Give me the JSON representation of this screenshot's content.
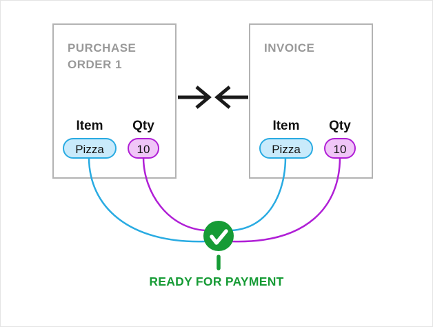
{
  "colors": {
    "blue": "#29abe2",
    "blue-fill": "#c9eafb",
    "purple": "#b01fd6",
    "purple-fill": "#f0c6f7",
    "green": "#169b35",
    "gray": "#999999",
    "box-border": "#b3b3b3",
    "arrow": "#1a1a1a"
  },
  "purchase_order": {
    "title": "PURCHASE ORDER 1",
    "item_label": "Item",
    "qty_label": "Qty",
    "item_value": "Pizza",
    "qty_value": "10"
  },
  "invoice": {
    "title": "INVOICE",
    "item_label": "Item",
    "qty_label": "Qty",
    "item_value": "Pizza",
    "qty_value": "10"
  },
  "status": {
    "label": "READY FOR PAYMENT"
  }
}
